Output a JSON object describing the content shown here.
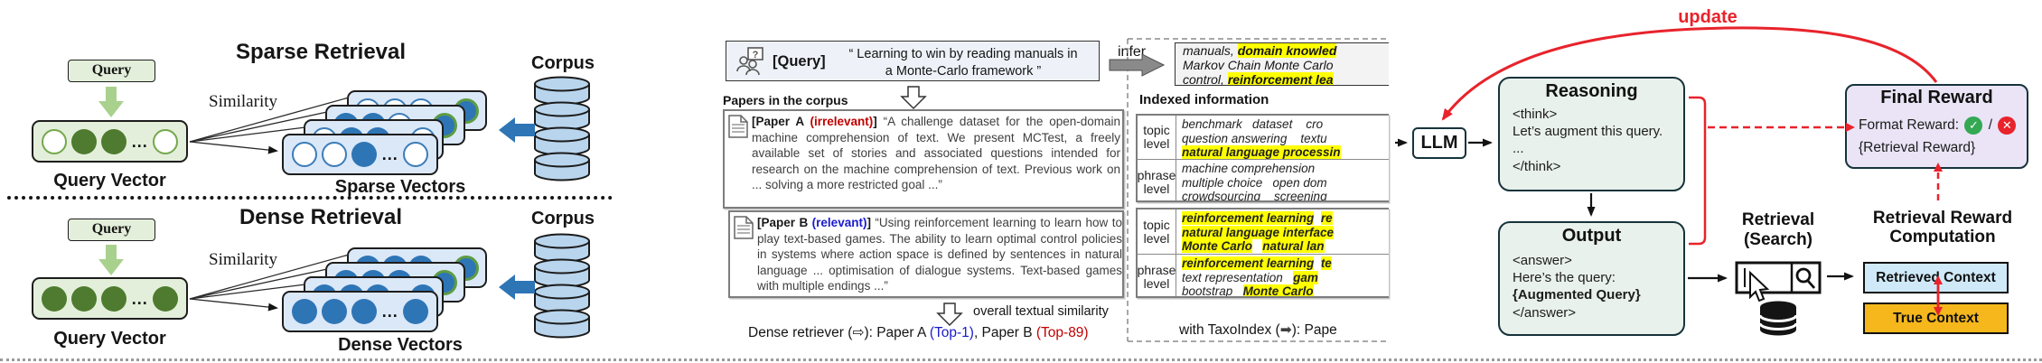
{
  "left": {
    "sparse": {
      "title": "Sparse Retrieval",
      "query": "Query",
      "similarity": "Similarity",
      "query_vector_label": "Query Vector",
      "vectors_label": "Sparse Vectors",
      "corpus": "Corpus",
      "query_circles": [
        "hollow",
        "solid",
        "solid",
        "dots",
        "hollow"
      ],
      "stack": {
        "back3": [
          "hollow",
          "hollow",
          "hollow",
          "dots",
          "greenring"
        ],
        "back2": [
          "solid",
          "solid",
          "hollow",
          "dots",
          "greenring"
        ],
        "back1": [
          "hollow",
          "solid",
          "solid",
          "dots",
          "hollow"
        ],
        "front": [
          "hollow",
          "hollow",
          "solid",
          "dots",
          "hollow"
        ]
      }
    },
    "dense": {
      "title": "Dense Retrieval",
      "query": "Query",
      "similarity": "Similarity",
      "query_vector_label": "Query Vector",
      "vectors_label": "Dense Vectors",
      "corpus": "Corpus",
      "query_circles": [
        "solid",
        "solid",
        "solid",
        "dots",
        "solid"
      ],
      "stack": {
        "back3": [
          "solid",
          "solid",
          "solid",
          "dots",
          "greenring"
        ],
        "back2": [
          "solid",
          "solid",
          "solid",
          "dots",
          "greenring"
        ],
        "back1": [
          "solid",
          "solid",
          "solid",
          "dots",
          "solid"
        ],
        "front": [
          "solid",
          "solid",
          "solid",
          "dots",
          "solid"
        ]
      }
    }
  },
  "middle": {
    "query_label": "[Query]",
    "query_line1": "“ Learning to win by reading manuals in",
    "query_line2": "a Monte-Carlo framework ”",
    "infer": "infer",
    "inferred_lines": [
      [
        {
          "t": "manuals, "
        },
        {
          "t": "domain knowled",
          "s": "hl"
        }
      ],
      [
        {
          "t": "Markov Chain Monte Carlo"
        }
      ],
      [
        {
          "t": "control, "
        },
        {
          "t": "reinforcement lea",
          "s": "hl"
        }
      ]
    ],
    "papers_heading": "Papers in the corpus",
    "indexed_heading": "Indexed information",
    "paper_a": [
      {
        "t": "[Paper A ",
        "s": "b"
      },
      {
        "t": "(irrelevant)",
        "s": "b red"
      },
      {
        "t": "]",
        "s": "b"
      },
      {
        "t": " “A challenge dataset for the open-domain machine comprehension of text. We present MCTest, a freely available set of stories and associated questions intended for research on the machine comprehension of text. Previous work on ... solving a more restricted goal ...”"
      }
    ],
    "paper_b": [
      {
        "t": "[Paper B ",
        "s": "b"
      },
      {
        "t": "(relevant)",
        "s": "b blue"
      },
      {
        "t": "]",
        "s": "b"
      },
      {
        "t": "  “Using reinforcement learning to learn how to play text-based games. The ability to learn optimal control policies in systems where action space is defined by sentences in natural language ... optimisation of dialogue systems. Text-based games with multiple endings ...”"
      }
    ],
    "row_labels": {
      "topic": "topic level",
      "phrase": "phrase level"
    },
    "table_a_topic": [
      [
        {
          "t": "benchmark   dataset    cro"
        }
      ],
      [
        {
          "t": "question answering    textu"
        }
      ],
      [
        {
          "t": "natural language processin",
          "s": "hl"
        }
      ]
    ],
    "table_a_phrase": [
      [
        {
          "t": "machine comprehension"
        }
      ],
      [
        {
          "t": "multiple choice   open dom"
        }
      ],
      [
        {
          "t": "crowdsourcing    screening"
        }
      ]
    ],
    "table_b_topic": [
      [
        {
          "t": "reinforcement learning",
          "s": "hl"
        },
        {
          "t": "  "
        },
        {
          "t": "re",
          "s": "hl"
        }
      ],
      [
        {
          "t": "natural language interface",
          "s": "hl"
        }
      ],
      [
        {
          "t": "Monte Carlo",
          "s": "hl"
        },
        {
          "t": "   "
        },
        {
          "t": "natural lan",
          "s": "hl"
        }
      ]
    ],
    "table_b_phrase": [
      [
        {
          "t": "reinforcement learning",
          "s": "hl"
        },
        {
          "t": "  "
        },
        {
          "t": "te",
          "s": "hl"
        }
      ],
      [
        {
          "t": "text representation"
        },
        {
          "t": "   "
        },
        {
          "t": "gam",
          "s": "hl"
        }
      ],
      [
        {
          "t": "bootstrap"
        },
        {
          "t": "   "
        },
        {
          "t": "Monte Carlo",
          "s": "hl"
        }
      ]
    ],
    "overall": "overall textual similarity",
    "dense_line": [
      {
        "t": "Dense retriever ("
      },
      {
        "t": "⇨",
        "s": "dj"
      },
      {
        "t": "): Paper A "
      },
      {
        "t": "(Top-1)",
        "s": "blue"
      },
      {
        "t": ", Paper B "
      },
      {
        "t": "(Top-89)",
        "s": "red"
      }
    ],
    "taxo_line": [
      {
        "t": "with TaxoIndex ("
      },
      {
        "t": "➡",
        "s": "dj gray"
      },
      {
        "t": "): Pape"
      }
    ]
  },
  "right": {
    "update": "update",
    "llm": "LLM",
    "reasoning_title": "Reasoning",
    "reasoning_lines": [
      "<think>",
      "Let’s augment this query.",
      "...",
      "</think>"
    ],
    "output_title": "Output",
    "out_l1": "<answer>",
    "out_l2": "Here’s the query:",
    "out_l3": "{Augmented Query}",
    "out_l4": "</answer>",
    "final_title": "Final Reward",
    "format_label": "Format Reward:",
    "slash": "/",
    "retrieval_reward": "{Retrieval Reward}",
    "check": "✓",
    "cross": "✕",
    "retrieval_l1": "Retrieval",
    "retrieval_l2": "(Search)",
    "rrc_l1": "Retrieval Reward",
    "rrc_l2": "Computation",
    "retrieved": "Retrieved Context",
    "true_context": "True Context"
  }
}
